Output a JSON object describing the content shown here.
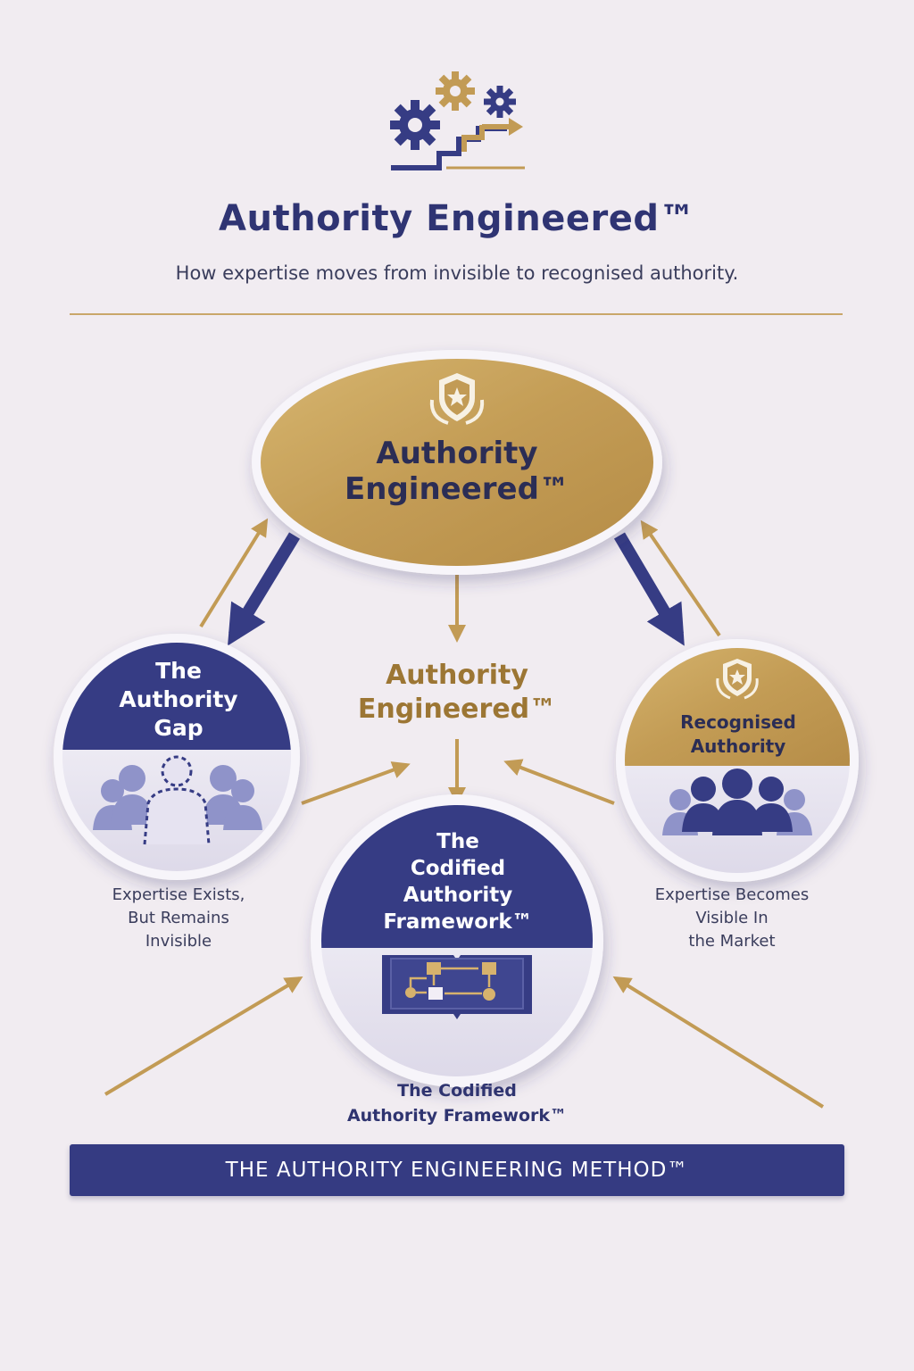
{
  "header": {
    "title": "Authority Engineered™",
    "subtitle": "How expertise moves from invisible to recognised authority."
  },
  "top_node": {
    "label_lines": [
      "Authority",
      "Engineered™"
    ],
    "icon": "shield-star-laurel-icon"
  },
  "center_node": {
    "label_lines": [
      "Authority",
      "Engineered™"
    ]
  },
  "left_node": {
    "title_lines": [
      "The",
      "Authority",
      "Gap"
    ],
    "icon": "people-group-with-invisible-person-icon",
    "caption_lines": [
      "Expertise Exists,",
      "But Remains",
      "Invisible"
    ]
  },
  "right_node": {
    "title_lines": [
      "Recognised",
      "Authority"
    ],
    "icon": "shield-star-laurel-icon",
    "people_icon": "people-group-icon",
    "caption_lines": [
      "Expertise Becomes",
      "Visible In",
      "the Market"
    ]
  },
  "bottom_node": {
    "title_lines": [
      "The",
      "Codified",
      "Authority",
      "Framework™"
    ],
    "icon": "framework-book-flowchart-icon",
    "caption_lines": [
      "The Codified",
      "Authority Framework™"
    ]
  },
  "banner": {
    "label": "THE AUTHORITY ENGINEERING METHOD™"
  },
  "logo": {
    "icon": "gears-and-stairs-arrow-icon"
  },
  "colors": {
    "navy": "#353b82",
    "gold": "#c59f56",
    "background": "#f1ecf1",
    "text_dark": "#2b2d55"
  }
}
